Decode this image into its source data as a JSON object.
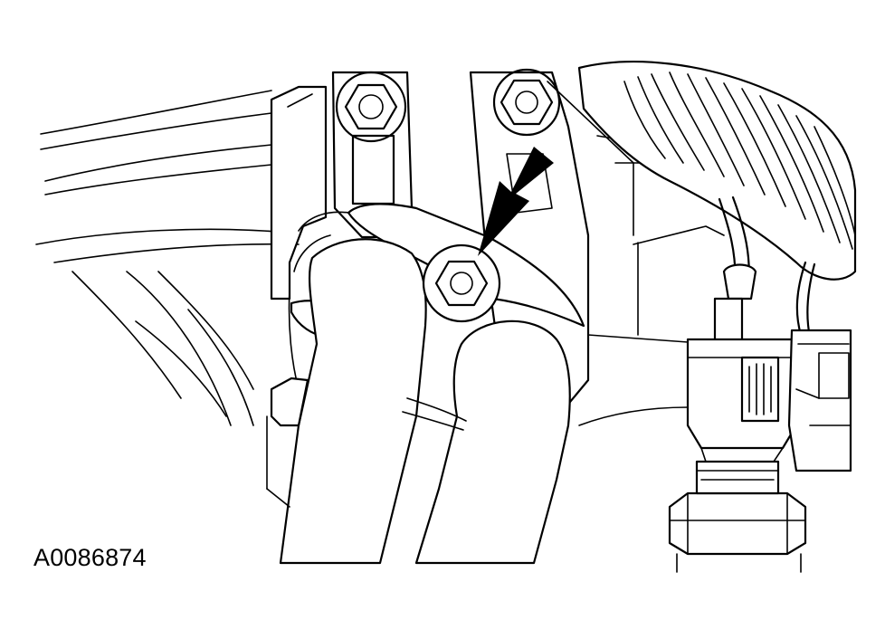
{
  "figure": {
    "code": "A0086874"
  },
  "parts": [
    {
      "name": "mounting-bolt",
      "count": 3
    },
    {
      "name": "hose-bracket"
    },
    {
      "name": "coolant-hose",
      "count": 2
    },
    {
      "name": "electrical-connector"
    },
    {
      "name": "sensor"
    },
    {
      "name": "wiring-harness-conduit"
    }
  ],
  "callout": {
    "type": "arrow",
    "target": "bracket-bolt",
    "color": "#000000"
  },
  "colors": {
    "line": "#000000",
    "background": "#ffffff"
  }
}
